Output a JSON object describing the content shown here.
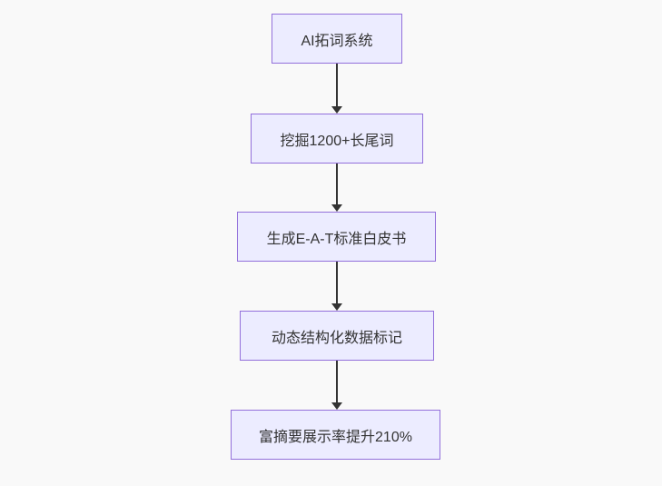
{
  "diagram": {
    "type": "flowchart",
    "direction": "top-down",
    "colors": {
      "background": "#f9f9f9",
      "node_fill": "#ECECFF",
      "node_border": "#9370DB",
      "text": "#333333",
      "arrow": "#333333"
    },
    "nodes": [
      {
        "id": "n1",
        "label": "AI拓词系统"
      },
      {
        "id": "n2",
        "label": "挖掘1200+长尾词"
      },
      {
        "id": "n3",
        "label": "生成E-A-T标准白皮书"
      },
      {
        "id": "n4",
        "label": "动态结构化数据标记"
      },
      {
        "id": "n5",
        "label": "富摘要展示率提升210%"
      }
    ],
    "edges": [
      {
        "from": "n1",
        "to": "n2"
      },
      {
        "from": "n2",
        "to": "n3"
      },
      {
        "from": "n3",
        "to": "n4"
      },
      {
        "from": "n4",
        "to": "n5"
      }
    ]
  }
}
